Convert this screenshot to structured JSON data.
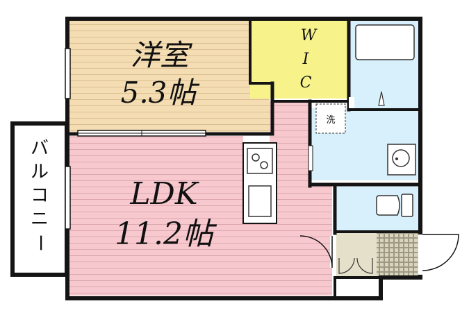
{
  "rooms": {
    "western": {
      "name": "洋室",
      "size": "5.3帖"
    },
    "wic": {
      "letters": [
        "W",
        "I",
        "C"
      ]
    },
    "ldk": {
      "name": "LDK",
      "size": "11.2帖"
    },
    "balcony": {
      "chars": [
        "バ",
        "ル",
        "コ",
        "ニ",
        "ー"
      ]
    },
    "washer": {
      "label": "洗"
    }
  },
  "colors": {
    "western": "#f5ddb3",
    "wic": "#f7f28a",
    "ldk": "#f7c9cf",
    "bath": "#d8f0fb",
    "entrance": "#e5e0c9",
    "wall": "#141414"
  }
}
